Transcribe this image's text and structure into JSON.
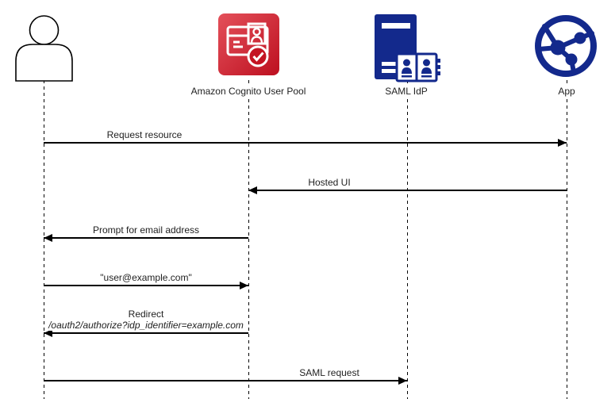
{
  "diagram": {
    "type": "sequence",
    "actors": [
      {
        "id": "user",
        "icon": "person-icon",
        "label": ""
      },
      {
        "id": "cognito",
        "icon": "cognito-user-pool-icon",
        "label": "Amazon Cognito User Pool"
      },
      {
        "id": "saml-idp",
        "icon": "saml-idp-server-icon",
        "label": "SAML IdP"
      },
      {
        "id": "app",
        "icon": "app-globe-icon",
        "label": "App"
      }
    ],
    "messages": [
      {
        "from": "user",
        "to": "app",
        "label": "Request resource"
      },
      {
        "from": "app",
        "to": "cognito",
        "label": "Hosted UI"
      },
      {
        "from": "cognito",
        "to": "user",
        "label": "Prompt for email address"
      },
      {
        "from": "user",
        "to": "cognito",
        "label": "\"user@example.com\""
      },
      {
        "from": "cognito",
        "to": "user",
        "label": "Redirect",
        "sublabel": "/oauth2/authorize?idp_identifier=example.com"
      },
      {
        "from": "user",
        "to": "saml-idp",
        "label": "SAML request"
      }
    ],
    "colors": {
      "cognito_red_light": "#E4505A",
      "cognito_red_dark": "#BD1020",
      "idp_blue": "#13298C",
      "line": "#000000",
      "background": "#FFFFFF"
    }
  }
}
